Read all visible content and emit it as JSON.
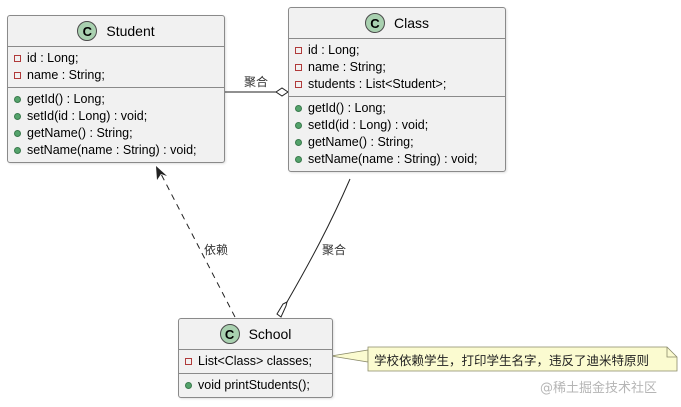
{
  "diagram": {
    "classes": [
      {
        "name": "Student",
        "fields": [
          "id : Long;",
          "name : String;"
        ],
        "methods": [
          "getId() : Long;",
          "setId(id : Long) : void;",
          "getName() : String;",
          "setName(name : String) : void;"
        ]
      },
      {
        "name": "Class",
        "fields": [
          "id : Long;",
          "name : String;",
          "students : List<Student>;"
        ],
        "methods": [
          "getId() : Long;",
          "setId(id : Long) : void;",
          "getName() : String;",
          "setName(name : String) : void;"
        ]
      },
      {
        "name": "School",
        "fields": [
          "List<Class> classes;"
        ],
        "methods": [
          "void printStudents();"
        ]
      }
    ],
    "class_icon_letter": "C",
    "relations": [
      {
        "from": "Class",
        "to": "Student",
        "type": "aggregation",
        "label": "聚合"
      },
      {
        "from": "School",
        "to": "Class",
        "type": "aggregation",
        "label": "聚合"
      },
      {
        "from": "School",
        "to": "Student",
        "type": "dependency",
        "label": "依赖"
      }
    ],
    "note": "学校依赖学生，打印学生名字，违反了迪米特原则",
    "watermark": "@稀土掘金技术社区"
  },
  "colors": {
    "class_bg": "#f1f1f1",
    "class_border": "#8a8a8a",
    "icon_bg": "#a9d1b0",
    "private_marker": "#b03a3a",
    "public_marker": "#54a36b",
    "note_bg": "#fbfbd0"
  }
}
